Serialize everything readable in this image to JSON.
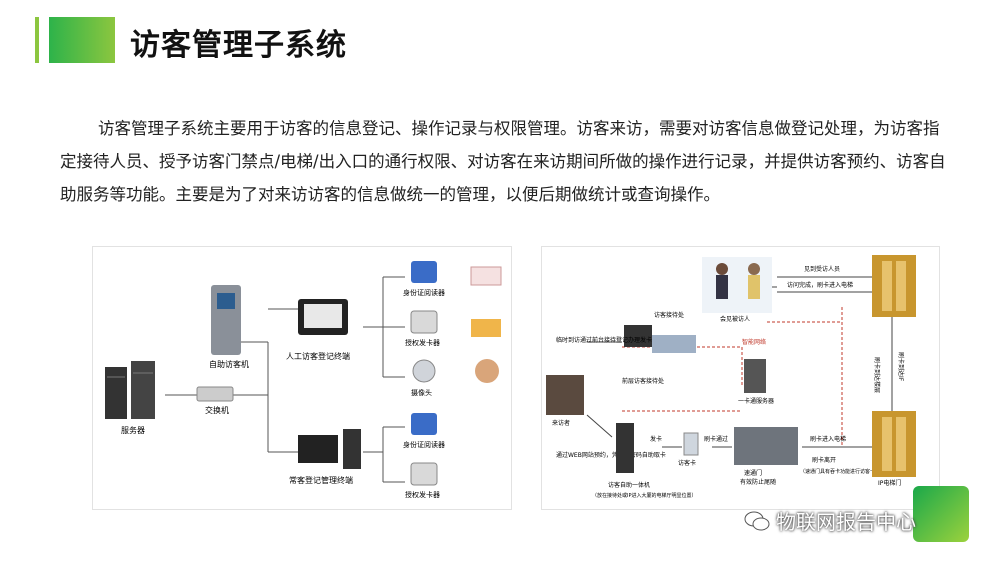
{
  "page": {
    "title": "访客管理子系统"
  },
  "intro": "访客管理子系统主要用于访客的信息登记、操作记录与权限管理。访客来访，需要对访客信息做登记处理，为访客指定接待人员、授予访客门禁点/电梯/出入口的通行权限、对访客在来访期间所做的操作进行记录，并提供访客预约、访客自助服务等功能。主要是为了对来访访客的信息做统一的管理，以便后期做统计或查询操作。",
  "left_diagram": {
    "server": "服务器",
    "switch": "交换机",
    "kiosk": "自助访客机",
    "manual_terminal": "人工访客登记终端",
    "id_reader_1": "身份证阅读器",
    "card_issuer_1": "授权发卡器",
    "camera": "摄像头",
    "regular_terminal": "常客登记管理终端",
    "id_reader_2": "身份证阅读器",
    "card_issuer_2": "授权发卡器"
  },
  "right_diagram": {
    "reception": "访客接待处",
    "lobby_register": "前层访客接待处",
    "visitor": "来访者",
    "host_meet": "会见被访人",
    "meet_host": "见到受访人员",
    "visit_done": "访问完成，刷卡进入电梯",
    "temp_visit": "临时到访通过前台接待登记办理发卡",
    "web_booking": "通过WEB网站预约，凭相约密码自助取卡",
    "network": "智能网络",
    "server": "一卡通服务器",
    "issue": "发卡",
    "swipe": "刷卡通过",
    "visitor_card": "访客卡",
    "kiosk": "访客自助一体机",
    "kiosk_note": "（放在接待处或IP进入大厦的电梯厅明显位置）",
    "gate": "速通门",
    "gate_note": "有效防止尾随",
    "elevator_enter": "刷卡进入电梯",
    "leave": "刷卡离开",
    "leave_note": "（速通门具有吞卡功能进行访客卡回收）",
    "elevator_door": "IP电梯门",
    "elevator_up": "刷卡到达IF",
    "elevator_floor": "刷卡到达楼层"
  },
  "watermark": "物联网报告中心",
  "colors": {
    "accent_green": "#8cc63f",
    "dark_green": "#2db34a"
  }
}
